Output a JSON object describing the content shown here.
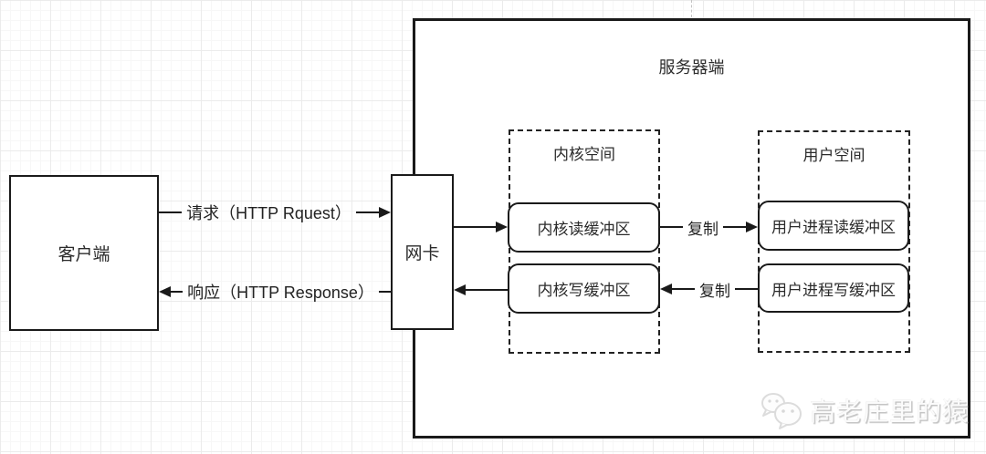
{
  "client": {
    "label": "客户端"
  },
  "nic": {
    "label": "网卡"
  },
  "server": {
    "title": "服务器端"
  },
  "kernel_space": {
    "title": "内核空间",
    "read_buffer_label": "内核读缓冲区",
    "write_buffer_label": "内核写缓冲区"
  },
  "user_space": {
    "title": "用户空间",
    "read_buffer_label": "用户进程读缓冲区",
    "write_buffer_label": "用户进程写缓冲区"
  },
  "arrows": {
    "request_label": "请求（HTTP Rquest）",
    "response_label": "响应（HTTP Response）",
    "copy_read_label": "复制",
    "copy_write_label": "复制"
  },
  "watermark": {
    "text": "高老庄里的猿",
    "icon": "wechat-icon"
  },
  "colors": {
    "stroke": "#1a1a1a",
    "grid_major": "#ebebeb",
    "grid_minor": "#f7f7f7",
    "watermark_gray": "#c2c2c2",
    "background": "#ffffff"
  }
}
